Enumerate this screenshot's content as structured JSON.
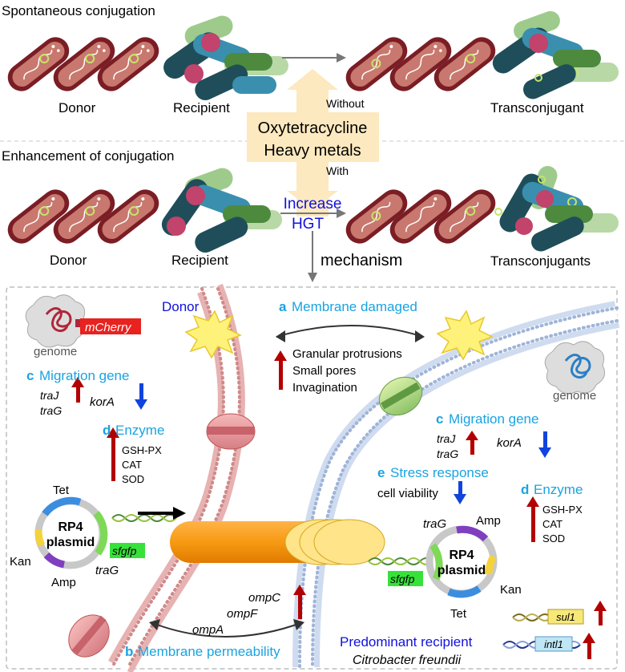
{
  "top": {
    "spontaneous_title": "Spontaneous conjugation",
    "enhancement_title": "Enhancement of conjugation",
    "donor": "Donor",
    "recipient": "Recipient",
    "transconjugant": "Transconjugant",
    "transconjugants": "Transconjugants",
    "without": "Without",
    "with": "With",
    "stressor_line1": "Oxytetracycline",
    "stressor_line2": "Heavy metals",
    "increase": "Increase",
    "hgt": "HGT",
    "mechanism": "mechanism"
  },
  "mech": {
    "donor_label": "Donor",
    "mcherry": "mCherry",
    "genome": "genome",
    "genome2": "genome",
    "a_letter": "a",
    "a_title": "Membrane damaged",
    "a_items": [
      "Granular protrusions",
      "Small pores",
      "Invagination"
    ],
    "c_letter": "c",
    "c_title": "Migration gene",
    "d_letter": "d",
    "d_title": "Enzyme",
    "e_letter": "e",
    "e_title": "Stress response",
    "b_letter": "b",
    "b_title": "Membrane permeability",
    "trajJ": "traJ",
    "traG": "traG",
    "korA": "korA",
    "enzymes": [
      "GSH-PX",
      "CAT",
      "SOD"
    ],
    "cell_viability": "cell viability",
    "plasmid_line1": "RP4",
    "plasmid_line2": "plasmid",
    "tet": "Tet",
    "kan": "Kan",
    "amp": "Amp",
    "sfgfp": "sfgfp",
    "omp": [
      "ompC",
      "ompF",
      "ompA"
    ],
    "predominant": "Predominant recipient",
    "species": "Citrobacter freundii",
    "sul1": "sul1",
    "intl1": "intl1"
  },
  "colors": {
    "cyan_title": "#1aa3e0",
    "blue_label": "#1111dd",
    "up_arrow": "#b30000",
    "down_arrow": "#1144dd",
    "donor_membrane": "#d08a8a",
    "recipient_membrane": "#9fb4d8",
    "stressor_box": "#fde9bf"
  }
}
